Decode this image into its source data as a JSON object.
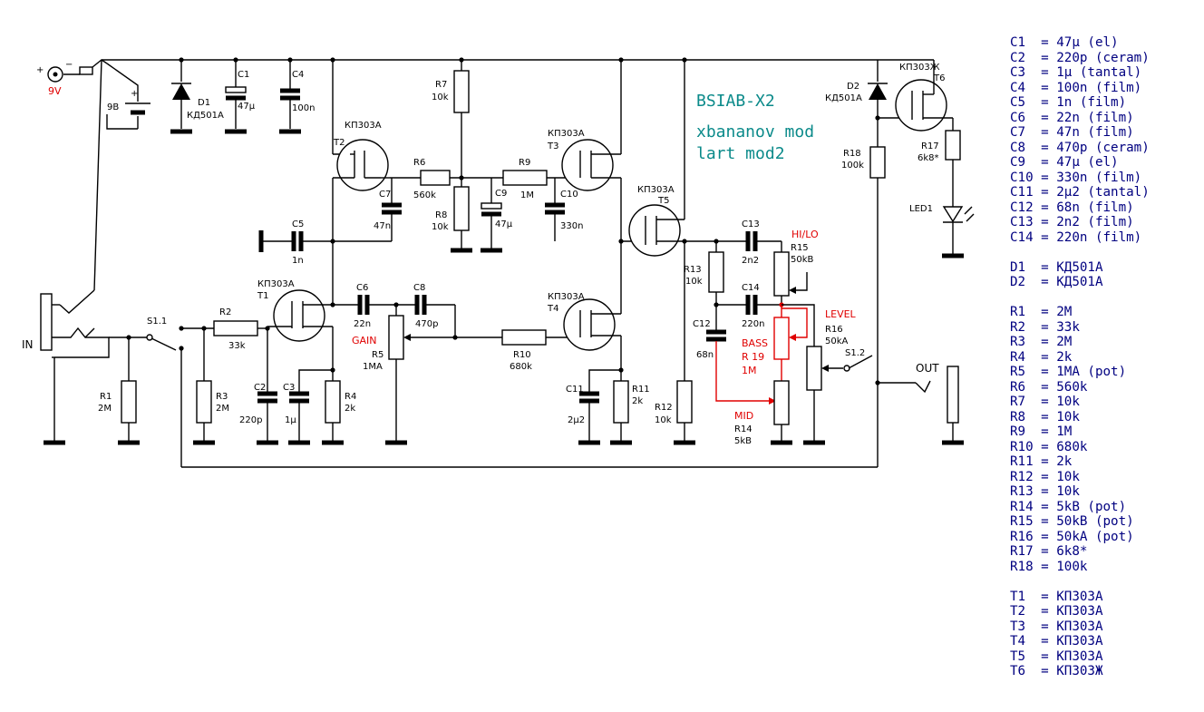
{
  "title": {
    "line1": "BSIAB-X2",
    "line2": "xbananov mod",
    "line3": "lart mod2"
  },
  "colors": {
    "wire": "#000000",
    "accent_red": "#e00000",
    "title_teal": "#0b8a8a",
    "bom_navy": "#000080"
  },
  "labels": {
    "supply_plus": "+",
    "supply_minus": "−",
    "supply_volt": "9V",
    "battery": "9B",
    "in": "IN",
    "out": "OUT",
    "gain": "GAIN",
    "hilo": "HI/LO",
    "level": "LEVEL",
    "bass": "BASS",
    "mid": "MID",
    "s11": "S1.1",
    "s12": "S1.2",
    "led1": "LED1",
    "r1": [
      "R1",
      "2M"
    ],
    "r2": [
      "R2",
      "33k"
    ],
    "r3": [
      "R3",
      "2M"
    ],
    "r4": [
      "R4",
      "2k"
    ],
    "r5": [
      "R5",
      "1MA"
    ],
    "r6": [
      "R6",
      "560k"
    ],
    "r7": [
      "R7",
      "10k"
    ],
    "r8": [
      "R8",
      "10k"
    ],
    "r9": [
      "R9",
      "1M"
    ],
    "r10": [
      "R10",
      "680k"
    ],
    "r11": [
      "R11",
      "2k"
    ],
    "r12": [
      "R12",
      "10k"
    ],
    "r13": [
      "R13",
      "10k"
    ],
    "r14": [
      "R14",
      "5kB"
    ],
    "r15": [
      "R15",
      "50kB"
    ],
    "r16": [
      "R16",
      "50kA"
    ],
    "r17": [
      "R17",
      "6k8*"
    ],
    "r18": [
      "R18",
      "100k"
    ],
    "r19": [
      "R 19",
      "1M"
    ],
    "c1": [
      "C1",
      "47µ"
    ],
    "c2": [
      "C2",
      "220p"
    ],
    "c3": [
      "C3",
      "1µ"
    ],
    "c4": [
      "C4",
      "100n"
    ],
    "c5": [
      "C5",
      "1n"
    ],
    "c6": [
      "C6",
      "22n"
    ],
    "c7": [
      "C7",
      "47n"
    ],
    "c8": [
      "C8",
      "470p"
    ],
    "c9": [
      "C9",
      "47µ"
    ],
    "c10": [
      "C10",
      "330n"
    ],
    "c11": [
      "C11",
      "2µ2"
    ],
    "c12": [
      "C12",
      "68n"
    ],
    "c13": [
      "C13",
      "2n2"
    ],
    "c14": [
      "C14",
      "220n"
    ],
    "d1": [
      "D1",
      "КД501А"
    ],
    "d2": [
      "D2",
      "КД501А"
    ],
    "t1": [
      "КП303А",
      "T1"
    ],
    "t2": [
      "КП303А",
      "T2"
    ],
    "t3": [
      "КП303А",
      "T3"
    ],
    "t4": [
      "КП303А",
      "T4"
    ],
    "t5": [
      "КП303А",
      "T5"
    ],
    "t6": [
      "КП303Ж",
      "T6"
    ]
  },
  "bom": [
    [
      "C1  = 47µ (el)",
      "C2  = 220p (ceram)",
      "C3  = 1µ (tantal)",
      "C4  = 100n (film)",
      "C5  = 1n (film)",
      "C6  = 22n (film)",
      "C7  = 47n (film)",
      "C8  = 470p (ceram)",
      "C9  = 47µ (el)",
      "C10 = 330n (film)",
      "C11 = 2µ2 (tantal)",
      "C12 = 68n (film)",
      "C13 = 2n2 (film)",
      "C14 = 220n (film)"
    ],
    [
      "D1  = КД501А",
      "D2  = КД501А"
    ],
    [
      "R1  = 2M",
      "R2  = 33k",
      "R3  = 2M",
      "R4  = 2k",
      "R5  = 1MA (pot)",
      "R6  = 560k",
      "R7  = 10k",
      "R8  = 10k",
      "R9  = 1M",
      "R10 = 680k",
      "R11 = 2k",
      "R12 = 10k",
      "R13 = 10k",
      "R14 = 5kB (pot)",
      "R15 = 50kB (pot)",
      "R16 = 50kA (pot)",
      "R17 = 6k8*",
      "R18 = 100k"
    ],
    [
      "T1  = КП303А",
      "T2  = КП303А",
      "T3  = КП303А",
      "T4  = КП303А",
      "T5  = КП303А",
      "T6  = КП303Ж"
    ]
  ]
}
